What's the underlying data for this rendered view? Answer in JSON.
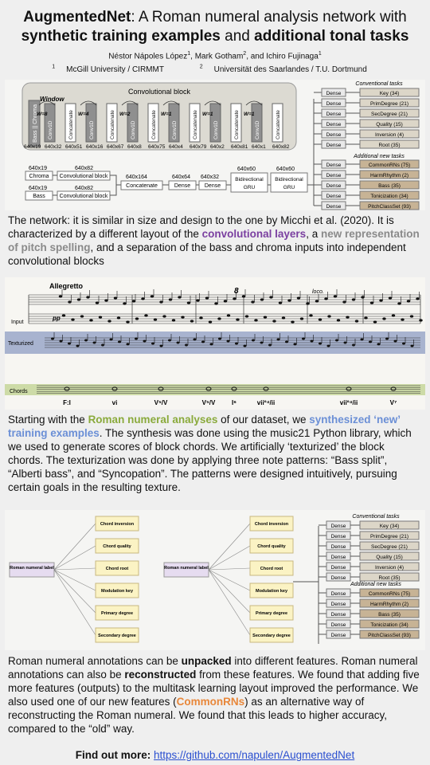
{
  "header": {
    "title_part1": "AugmentedNet",
    "title_part2": ": A Roman numeral analysis network with",
    "title_part3": "synthetic training examples",
    "title_part4": " and ",
    "title_part5": "additional tonal tasks",
    "author1": "Néstor Nápoles López",
    "author2": "Mark Gotham",
    "author3": "Ichiro Fujinaga",
    "affil1": "McGill University / CIRMMT",
    "affil2": "Universität des Saarlandes / T.U. Dortmund"
  },
  "network_figure": {
    "window_label": "Window",
    "conv_block_title": "Convolutional block",
    "input_label": "Bass || Chroma",
    "conv_cells": [
      "Conv1D",
      "Concatenate",
      "Conv1D",
      "Concatenate",
      "Conv1D",
      "Concatenate",
      "Conv1D",
      "Concatenate",
      "Conv1D",
      "Concatenate",
      "Conv1D",
      "Concatenate"
    ],
    "conv_dims": [
      "640x19",
      "640x32",
      "640x51",
      "640x16",
      "640x67",
      "640x8",
      "640x75",
      "640x4",
      "640x79",
      "640x2",
      "640x81",
      "640x1",
      "640x82"
    ],
    "weights": [
      "W=8",
      "W=4",
      "W=2",
      "W=1",
      "W=1",
      "W=1"
    ],
    "chroma": "Chroma",
    "bass": "Bass",
    "conv_block": "Convolutional block",
    "dim_640x19a": "640x19",
    "dim_640x82a": "640x82",
    "dim_640x19b": "640x19",
    "dim_640x82b": "640x82",
    "concat": "Concatenate",
    "dim_640x164": "640x164",
    "dense": "Dense",
    "dim_640x64": "640x64",
    "dim_640x32": "640x32",
    "gru1_line1": "Bidirectional",
    "gru1_line2": "GRU",
    "dim_640x60a": "640x60",
    "dim_640x60b": "640x60",
    "conventional_tasks_label": "Conventional tasks",
    "additional_tasks_label": "Additional new tasks",
    "conventional_tasks": [
      "Key (34)",
      "PrimDegree (21)",
      "SecDegree (21)",
      "Quality (15)",
      "Inversion (4)",
      "Root (35)"
    ],
    "additional_tasks": [
      "CommonRNs (75)",
      "HarmRhythm (2)",
      "Bass (35)",
      "Tonicization (34)",
      "PitchClassSet (93)"
    ]
  },
  "paragraph1": {
    "t1": "The network: it is similar in size and design to the one by Micchi et al. (2020). It is characterized by a different layout of the ",
    "h1": "convolutional layers",
    "t2": ", a ",
    "h2": "new representation of pitch spelling",
    "t3": ", and a separation of the bass and chroma inputs into independent convolutional blocks"
  },
  "score_figure": {
    "tempo": "Allegretto",
    "input_label": "Input",
    "dynamic": "pp",
    "loco": "loco.",
    "octave": "8",
    "texturized_label": "Texturized",
    "chords_label": "Chords",
    "chord_symbols": [
      "F:I",
      "vi",
      "V⁵/V",
      "V⁵/V",
      "I⁶",
      "viiº⁴/ii",
      "viiº⁴/ii",
      "V⁷"
    ]
  },
  "paragraph2": {
    "t1": "Starting with the ",
    "h1": "Roman numeral analyses",
    "t2": " of our dataset, we ",
    "h2": "synthesized ‘new’ training examples",
    "t3": ". The synthesis was done using the music21 Python library, which we used to generate scores of block chords. We artificially ‘texturized’ the block chords. The texturization was done by applying three note patterns: “Bass split”, “Alberti bass”, and “Syncopation”. The patterns were designed intuitively, pursuing certain goals in the resulting texture."
  },
  "features_figure": {
    "root_label": "Roman numeral label",
    "features": [
      "Chord inversion",
      "Chord quality",
      "Chord root",
      "Modulation key",
      "Primary degree",
      "Secondary degree"
    ],
    "dense": "Dense",
    "conventional_tasks_label": "Conventional tasks",
    "additional_tasks_label": "Additional new tasks",
    "conventional_tasks": [
      "Key (34)",
      "PrimDegree (21)",
      "SecDegree (21)",
      "Quality (15)",
      "Inversion (4)",
      "Root (35)"
    ],
    "additional_tasks": [
      "CommonRNs (75)",
      "HarmRhythm (2)",
      "Bass (35)",
      "Tonicization (34)",
      "PitchClassSet (93)"
    ]
  },
  "paragraph3": {
    "t1": "Roman numeral annotations can be ",
    "h1": "unpacked",
    "t2": " into different features. Roman numeral annotations can also be ",
    "h2": "reconstructed",
    "t3": " from these features. We found that adding five more features (outputs) to the multitask learning layout improved the performance. We also used one of our new features (",
    "h3": "CommonRNs",
    "t4": ") as an alternative way of reconstructing the Roman numeral. We found that this leads to higher accuracy, compared to the “old” way."
  },
  "footer": {
    "label": "Find out more: ",
    "link": "https://github.com/napulen/AugmentedNet"
  },
  "colors": {
    "purple_highlight": "#7a3fa0",
    "grey_highlight": "#8a8a8a",
    "green_highlight": "#8aaa3c",
    "blue_highlight": "#6b8fd6",
    "orange_highlight": "#e8873a",
    "link": "#2a4fd0",
    "task_box_conventional": "#dcd6c8",
    "task_box_additional": "#c7b395",
    "feature_box": "#fbf3c4",
    "root_box": "#e6dcf0"
  }
}
